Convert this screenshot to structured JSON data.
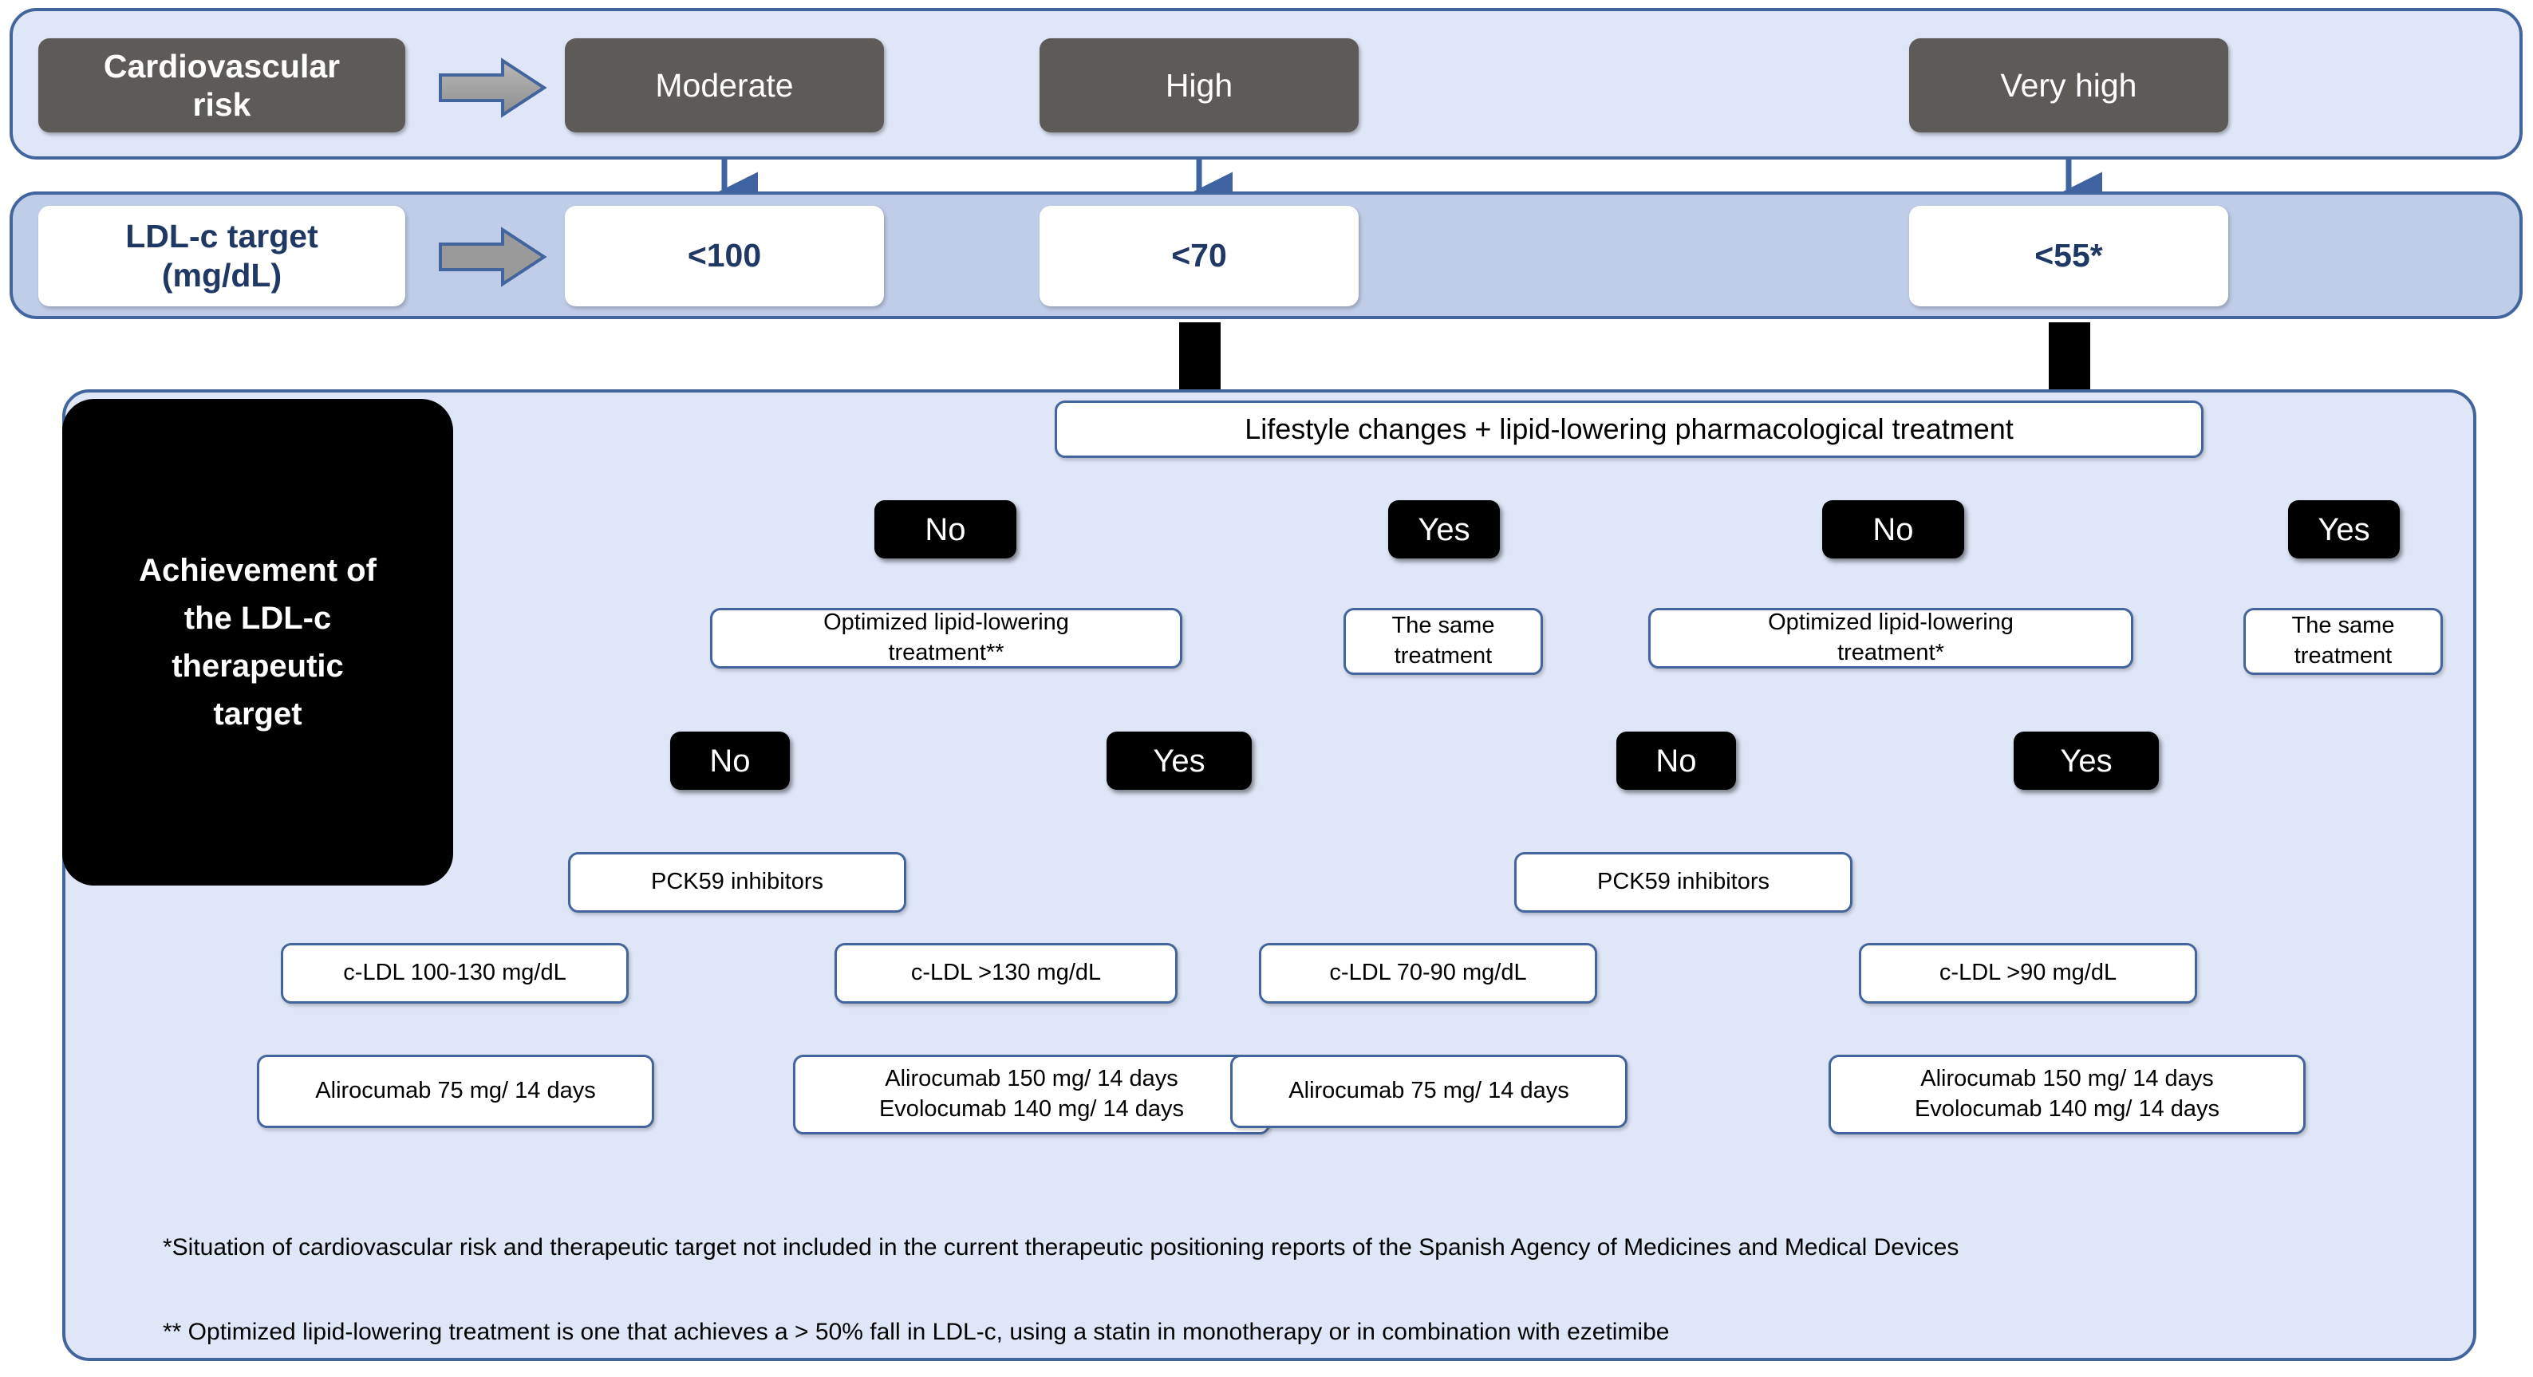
{
  "diagram": {
    "title": "Cardiovascular risk / LDL-c target treatment algorithm"
  },
  "risk_row": {
    "label": "Cardiovascular\nrisk",
    "label_line1": "Cardiovascular",
    "label_line2": "risk",
    "arrow_icon": "right-block-arrow",
    "levels": [
      {
        "key": "moderate",
        "label": "Moderate"
      },
      {
        "key": "high",
        "label": "High"
      },
      {
        "key": "very_high",
        "label": "Very high"
      }
    ]
  },
  "ldl_row": {
    "label_line1": "LDL-c target",
    "label_line2": "(mg/dL)",
    "arrow_icon": "right-block-arrow",
    "targets": [
      {
        "key": "moderate",
        "label": "<100"
      },
      {
        "key": "high",
        "label": "<70"
      },
      {
        "key": "very_high",
        "label": "<55*"
      }
    ]
  },
  "main": {
    "decision_box": {
      "line1": "Achievement of",
      "line2": "the LDL-c",
      "line3": "therapeutic",
      "line4": "target"
    },
    "lifestyle_bar": "Lifestyle changes + lipid-lowering pharmacological treatment",
    "branch_high": {
      "answer_no": "No",
      "answer_yes": "Yes",
      "optimized_l1": "Optimized lipid-lowering",
      "optimized_l2": "treatment**",
      "same_l1": "The same",
      "same_l2": "treatment",
      "answer_no2": "No",
      "answer_yes2": "Yes",
      "pck59": "PCK59 inhibitors",
      "ldl_low": "c-LDL 100-130 mg/dL",
      "ldl_high": "c-LDL >130 mg/dL",
      "drug_low": "Alirocumab 75 mg/ 14 days",
      "drug_high_l1": "Alirocumab 150 mg/ 14 days",
      "drug_high_l2": "Evolocumab 140 mg/ 14 days"
    },
    "branch_very_high": {
      "answer_no": "No",
      "answer_yes": "Yes",
      "optimized_l1": "Optimized lipid-lowering",
      "optimized_l2": "treatment*",
      "same_l1": "The same",
      "same_l2": "treatment",
      "answer_no2": "No",
      "answer_yes2": "Yes",
      "pck59": "PCK59 inhibitors",
      "ldl_low": "c-LDL 70-90 mg/dL",
      "ldl_high": "c-LDL >90 mg/dL",
      "drug_low": "Alirocumab 75 mg/ 14 days",
      "drug_high_l1": "Alirocumab 150 mg/ 14 days",
      "drug_high_l2": "Evolocumab 140 mg/ 14 days"
    },
    "footnotes": {
      "note1_l1": "*Situation of cardiovascular risk and therapeutic target not included in the current therapeutic positioning reports of the Spanish Agency of Medicines",
      "note1_l2": "and Medical Devices",
      "note2": "** Optimized lipid-lowering treatment is one that achieves a > 50% fall in LDL-c, using a statin in monotherapy or in combination with ezetimibe"
    }
  },
  "colors": {
    "panel_light": "#dfe6f7",
    "panel_mid": "#bfcde9",
    "panel_border": "#41659c",
    "grey_chip": "#5e5a58",
    "navy_text": "#1f3864",
    "black_chip": "#000000",
    "line": "#3b3b3b"
  }
}
